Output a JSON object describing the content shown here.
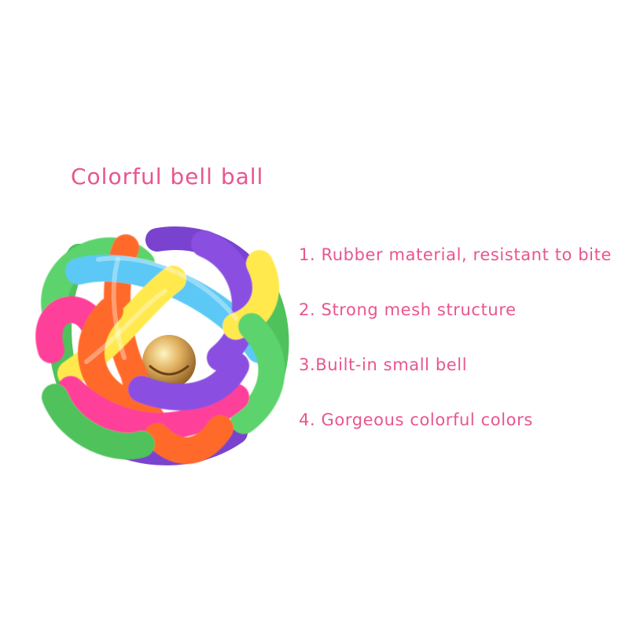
{
  "title": "Colorful bell ball",
  "features": [
    "1. Rubber material, resistant to bite",
    "2. Strong mesh structure",
    "3.Built-in small bell",
    "4. Gorgeous colorful colors"
  ],
  "colors": {
    "text": "#e8558f",
    "ball_palette": [
      "#ff6a2a",
      "#8a4fe0",
      "#5cd36c",
      "#ff3f9a",
      "#ffe94d",
      "#5cc8f5",
      "#d9a04a"
    ]
  },
  "image": {
    "subject": "rainbow rubber woven ball with bell",
    "icon": "ball-toy-icon"
  }
}
